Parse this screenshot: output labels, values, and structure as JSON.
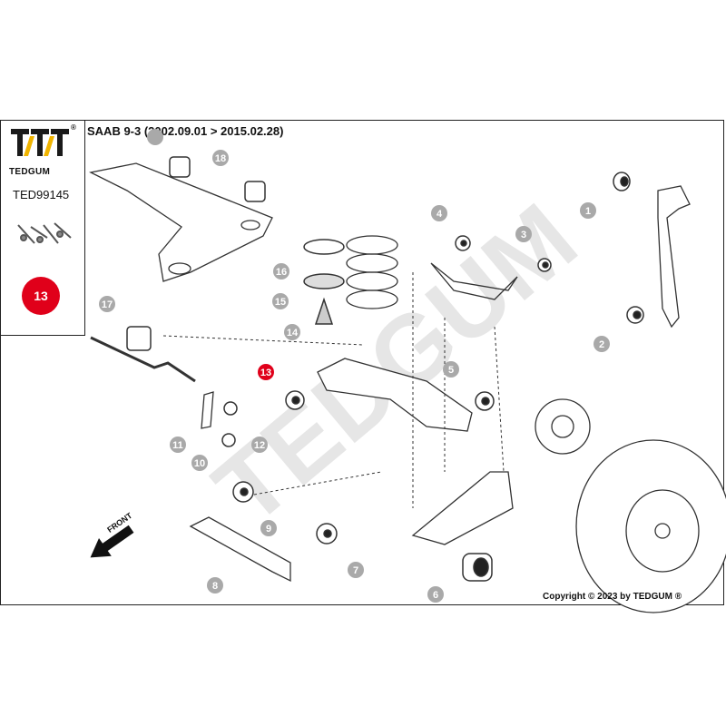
{
  "brand": {
    "name": "TEDGUM",
    "registered": "®",
    "code": "TED99145",
    "badge": "13"
  },
  "title": "SAAB 9-3 (2002.09.01 > 2015.02.28)",
  "copyright": "Copyright © 2023 by TEDGUM ®",
  "watermark": "TEDGUM",
  "direction_label": "FRONT",
  "callouts": [
    "1",
    "2",
    "3",
    "4",
    "5",
    "6",
    "7",
    "8",
    "9",
    "10",
    "11",
    "12",
    "13",
    "14",
    "15",
    "16",
    "17",
    "18"
  ],
  "colors": {
    "badge_red": "#e0001a",
    "callout_gray": "#a9a9a9",
    "line": "#333333"
  }
}
